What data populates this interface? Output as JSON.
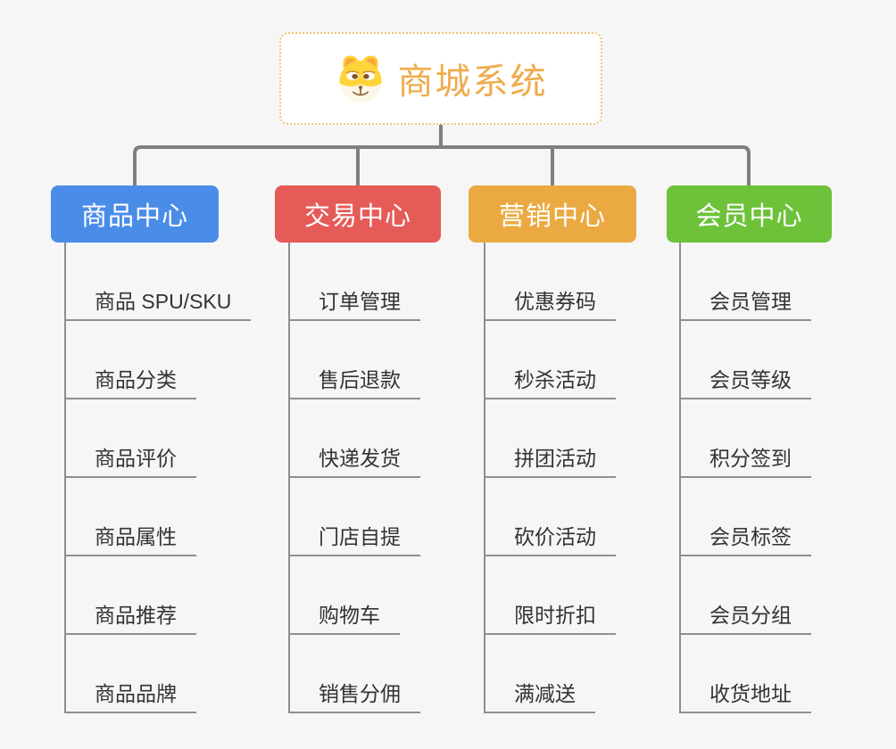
{
  "root": {
    "title": "商城系统",
    "icon": "doge-icon"
  },
  "branches": [
    {
      "label": "商品中心",
      "color": "#4A8DE9",
      "items": [
        "商品 SPU/SKU",
        "商品分类",
        "商品评价",
        "商品属性",
        "商品推荐",
        "商品品牌"
      ]
    },
    {
      "label": "交易中心",
      "color": "#E55B58",
      "items": [
        "订单管理",
        "售后退款",
        "快递发货",
        "门店自提",
        "购物车",
        "销售分佣"
      ]
    },
    {
      "label": "营销中心",
      "color": "#EBAA41",
      "items": [
        "优惠券码",
        "秒杀活动",
        "拼团活动",
        "砍价活动",
        "限时折扣",
        "满减送"
      ]
    },
    {
      "label": "会员中心",
      "color": "#6DC23A",
      "items": [
        "会员管理",
        "会员等级",
        "积分签到",
        "会员标签",
        "会员分组",
        "收货地址"
      ]
    }
  ],
  "palette": {
    "background": "#f6f6f6",
    "connector_thick": "#7f7f7f",
    "connector_thin": "#8f8f8f",
    "item_text": "#333333",
    "root_text": "#F0AB4C",
    "root_border": "#F0C477"
  }
}
